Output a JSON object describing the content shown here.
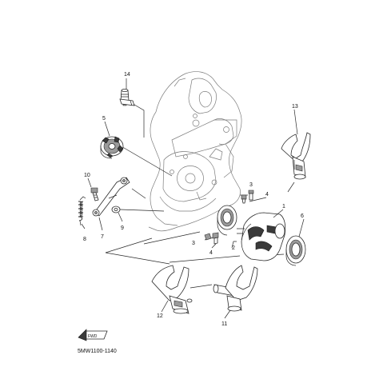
{
  "callouts": {
    "c1": "1",
    "c2": "2",
    "c3a": "3",
    "c3b": "3",
    "c4a": "4",
    "c4b": "4",
    "c5": "5",
    "c6": "6",
    "c7": "7",
    "c8": "8",
    "c9": "9",
    "c10": "10",
    "c11": "11",
    "c12": "12",
    "c13": "13",
    "c14": "14"
  },
  "fwd_text": "FWD",
  "diagram_code": "5MW1100-1140"
}
